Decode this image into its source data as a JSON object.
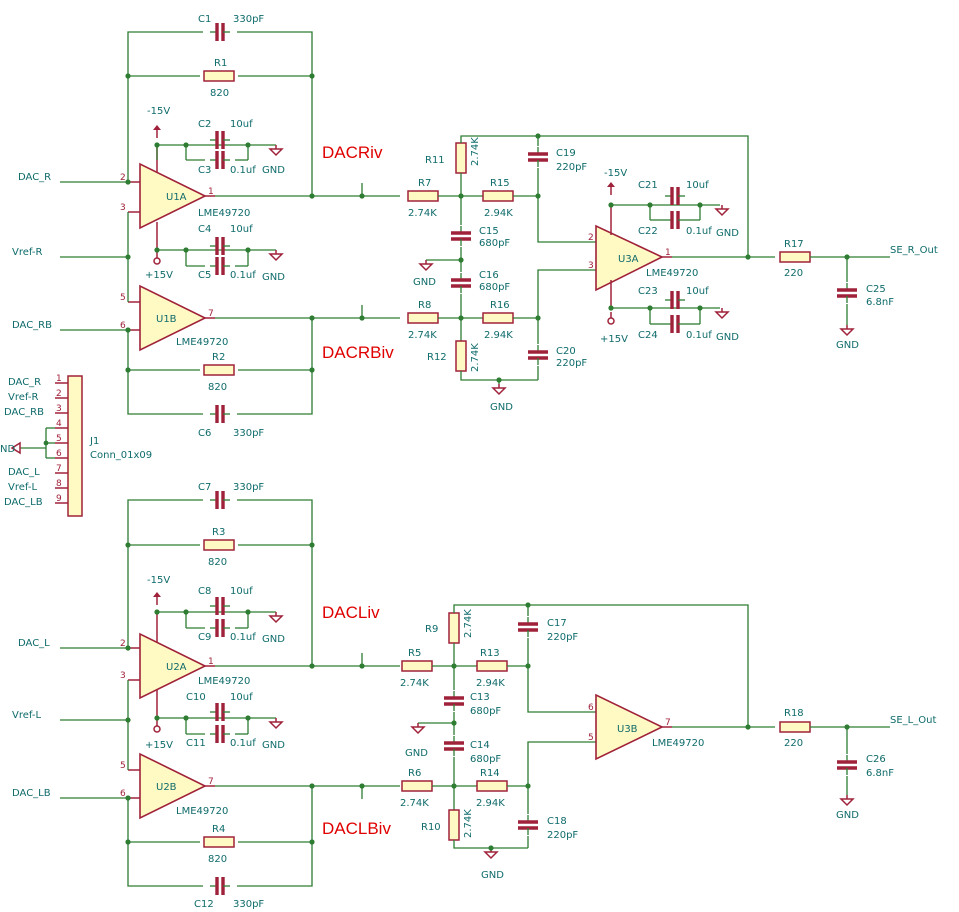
{
  "nets": {
    "DAC_R": "DAC_R",
    "Vref_R": "Vref-R",
    "DAC_RB": "DAC_RB",
    "DAC_L": "DAC_L",
    "Vref_L": "Vref-L",
    "DAC_LB": "DAC_LB",
    "SE_R_Out": "SE_R_Out",
    "SE_L_Out": "SE_L_Out",
    "GND": "GND",
    "m15": "-15V",
    "p15": "+15V",
    "ND": "ND"
  },
  "annotations": {
    "DACRiv": "DACRiv",
    "DACRBiv": "DACRBiv",
    "DACLiv": "DACLiv",
    "DACLBiv": "DACLBiv"
  },
  "connector": {
    "ref": "J1",
    "value": "Conn_01x09",
    "pins": [
      {
        "n": "1",
        "net": "DAC_R"
      },
      {
        "n": "2",
        "net": "Vref-R"
      },
      {
        "n": "3",
        "net": "DAC_RB"
      },
      {
        "n": "4",
        "net": ""
      },
      {
        "n": "5",
        "net": ""
      },
      {
        "n": "6",
        "net": ""
      },
      {
        "n": "7",
        "net": "DAC_L"
      },
      {
        "n": "8",
        "net": "Vref-L"
      },
      {
        "n": "9",
        "net": "DAC_LB"
      }
    ]
  },
  "parts": {
    "C1": {
      "ref": "C1",
      "val": "330pF"
    },
    "R1": {
      "ref": "R1",
      "val": "820"
    },
    "C2": {
      "ref": "C2",
      "val": "10uf"
    },
    "C3": {
      "ref": "C3",
      "val": "0.1uf"
    },
    "C4": {
      "ref": "C4",
      "val": "10uf"
    },
    "C5": {
      "ref": "C5",
      "val": "0.1uf"
    },
    "R2": {
      "ref": "R2",
      "val": "820"
    },
    "C6": {
      "ref": "C6",
      "val": "330pF"
    },
    "U1A": {
      "ref": "U1A",
      "val": "LME49720"
    },
    "U1B": {
      "ref": "U1B",
      "val": "LME49720"
    },
    "R11": {
      "ref": "R11",
      "val": "2.74K"
    },
    "R7": {
      "ref": "R7",
      "val": "2.74K"
    },
    "R15": {
      "ref": "R15",
      "val": "2.94K"
    },
    "C19": {
      "ref": "C19",
      "val": "220pF"
    },
    "C15": {
      "ref": "C15",
      "val": "680pF"
    },
    "C16": {
      "ref": "C16",
      "val": "680pF"
    },
    "R8": {
      "ref": "R8",
      "val": "2.74K"
    },
    "R16": {
      "ref": "R16",
      "val": "2.94K"
    },
    "R12": {
      "ref": "R12",
      "val": "2.74K"
    },
    "C20": {
      "ref": "C20",
      "val": "220pF"
    },
    "U3A": {
      "ref": "U3A",
      "val": "LME49720"
    },
    "C21": {
      "ref": "C21",
      "val": "10uf"
    },
    "C22": {
      "ref": "C22",
      "val": "0.1uf"
    },
    "C23": {
      "ref": "C23",
      "val": "10uf"
    },
    "C24": {
      "ref": "C24",
      "val": "0.1uf"
    },
    "R17": {
      "ref": "R17",
      "val": "220"
    },
    "C25": {
      "ref": "C25",
      "val": "6.8nF"
    },
    "C7": {
      "ref": "C7",
      "val": "330pF"
    },
    "R3": {
      "ref": "R3",
      "val": "820"
    },
    "C8": {
      "ref": "C8",
      "val": "10uf"
    },
    "C9": {
      "ref": "C9",
      "val": "0.1uf"
    },
    "C10": {
      "ref": "C10",
      "val": "10uf"
    },
    "C11": {
      "ref": "C11",
      "val": "0.1uf"
    },
    "R4": {
      "ref": "R4",
      "val": "820"
    },
    "C12": {
      "ref": "C12",
      "val": "330pF"
    },
    "U2A": {
      "ref": "U2A",
      "val": "LME49720"
    },
    "U2B": {
      "ref": "U2B",
      "val": "LME49720"
    },
    "R9": {
      "ref": "R9",
      "val": "2.74K"
    },
    "R5": {
      "ref": "R5",
      "val": "2.74K"
    },
    "R13": {
      "ref": "R13",
      "val": "2.94K"
    },
    "C17": {
      "ref": "C17",
      "val": "220pF"
    },
    "C13": {
      "ref": "C13",
      "val": "680pF"
    },
    "C14": {
      "ref": "C14",
      "val": "680pF"
    },
    "R6": {
      "ref": "R6",
      "val": "2.74K"
    },
    "R14": {
      "ref": "R14",
      "val": "2.94K"
    },
    "R10": {
      "ref": "R10",
      "val": "2.74K"
    },
    "C18": {
      "ref": "C18",
      "val": "220pF"
    },
    "U3B": {
      "ref": "U3B",
      "val": "LME49720"
    },
    "R18": {
      "ref": "R18",
      "val": "220"
    },
    "C26": {
      "ref": "C26",
      "val": "6.8nF"
    }
  },
  "pins": {
    "p1": "1",
    "p2": "2",
    "p3": "3",
    "p4": "4",
    "p5": "5",
    "p6": "6",
    "p7": "7",
    "p8": "8"
  }
}
